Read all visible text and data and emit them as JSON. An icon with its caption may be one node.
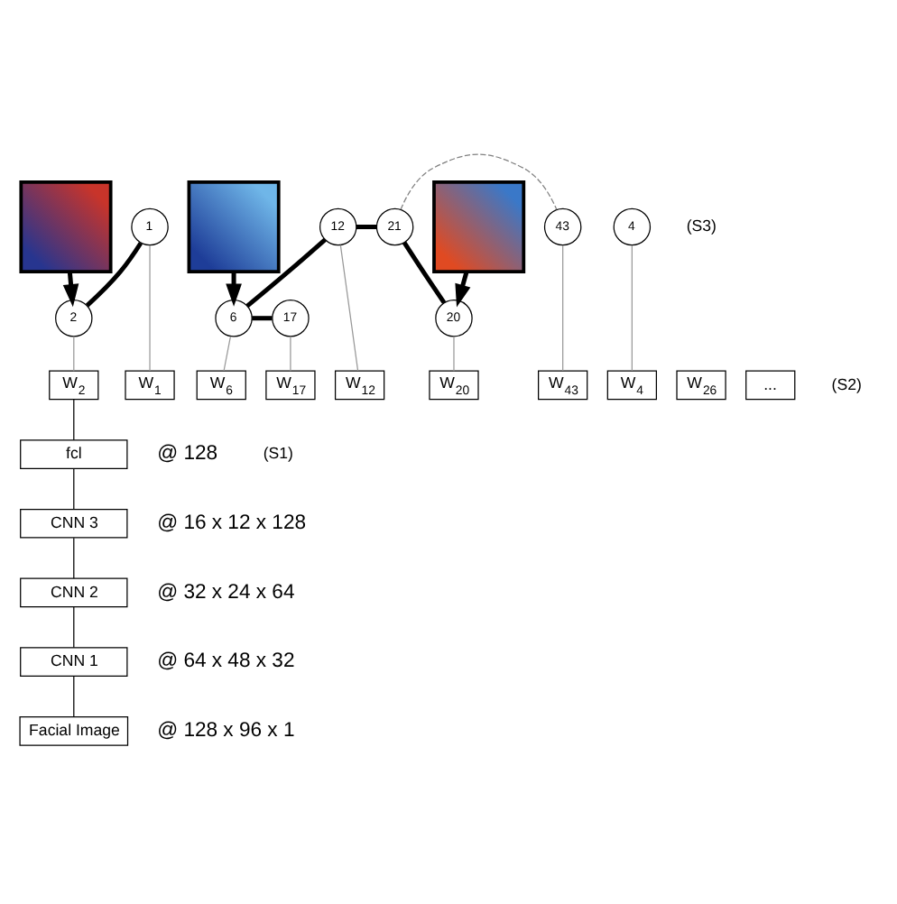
{
  "diagram": {
    "nodes": [
      {
        "text": [],
        "shape": "picture"
      },
      {
        "text": [],
        "shape": "picture"
      },
      {
        "text": [],
        "shape": "picture"
      },
      {
        "text": [
          "1"
        ]
      },
      {
        "text": [
          "4"
        ]
      },
      {
        "text": [
          "12"
        ]
      },
      {
        "text": [
          "21"
        ]
      },
      {
        "text": [
          "43"
        ]
      },
      {
        "text": [
          "2"
        ]
      },
      {
        "text": [
          "6"
        ]
      },
      {
        "text": [
          "17"
        ]
      },
      {
        "text": [
          "20"
        ]
      },
      {
        "text": [
          "W$_{1}$"
        ]
      },
      {
        "text": [
          "W$_{2}$"
        ]
      },
      {
        "text": [
          "W$_{4}$"
        ]
      },
      {
        "text": [
          "W$_{6}$"
        ]
      },
      {
        "text": [
          "W$_{12}$"
        ]
      },
      {
        "text": [
          "W$_{17}$"
        ]
      },
      {
        "text": [
          "W$_{20}$"
        ]
      },
      {
        "text": [
          "W$_{26}$"
        ]
      },
      {
        "text": [
          "..."
        ]
      },
      {
        "text": [
          "W$_{43}$"
        ]
      },
      {
        "text": [
          "fcl"
        ],
        "beside": [
          "@ 128"
        ]
      },
      {
        "text": [
          "CNN 3"
        ],
        "beside": [
          "@ 16 x 12 x 128"
        ]
      },
      {
        "text": [
          "CNN 2"
        ],
        "beside": [
          "@ 32 x 24 x 64"
        ]
      },
      {
        "text": [
          "CNN 1"
        ],
        "beside": [
          "@ 64 x 48 x 32"
        ]
      },
      {
        "text": [
          "Facial Image"
        ],
        "beside": [
          "@ 128 x 96 x 1"
        ]
      }
    ],
    "edges": [
      {
        "from": 0,
        "to": 8,
        "arrow": "to",
        "style": "thick"
      },
      {
        "from": 1,
        "to": 9,
        "arrow": "to",
        "style": "thick"
      },
      {
        "from": 2,
        "to": 11,
        "arrow": "to",
        "style": "thick"
      },
      {
        "from": 3,
        "to": 8,
        "arrow": "none",
        "style": "thick"
      },
      {
        "from": 5,
        "to": 9,
        "arrow": "none",
        "style": "thick"
      },
      {
        "from": 9,
        "to": 10,
        "arrow": "none",
        "style": "thick"
      },
      {
        "from": 5,
        "to": 6,
        "arrow": "none",
        "style": "thick"
      },
      {
        "from": 6,
        "to": 11,
        "arrow": "none",
        "style": "thick"
      },
      {
        "from": 6,
        "to": 7,
        "arrow": "none",
        "style": "dashed",
        "color": "#808080"
      },
      {
        "from": 3,
        "to": 12,
        "arrow": "none",
        "color": "#999999"
      },
      {
        "from": 8,
        "to": 13,
        "arrow": "none",
        "color": "#999999"
      },
      {
        "from": 4,
        "to": 14,
        "arrow": "none",
        "color": "#999999"
      },
      {
        "from": 9,
        "to": 15,
        "arrow": "none",
        "color": "#999999"
      },
      {
        "from": 5,
        "to": 16,
        "arrow": "none",
        "color": "#999999"
      },
      {
        "from": 10,
        "to": 17,
        "arrow": "none",
        "color": "#999999"
      },
      {
        "from": 11,
        "to": 18,
        "arrow": "none",
        "color": "#999999"
      },
      {
        "from": 7,
        "to": 21,
        "arrow": "none",
        "color": "#999999"
      },
      {
        "from": 13,
        "to": 22,
        "arrow": "none"
      },
      {
        "from": 22,
        "to": 23,
        "arrow": "none"
      },
      {
        "from": 23,
        "to": 24,
        "arrow": "none"
      },
      {
        "from": 24,
        "to": 25,
        "arrow": "none"
      },
      {
        "from": 25,
        "to": 26,
        "arrow": "none"
      }
    ],
    "labels": [
      "(S3)",
      "(S2)",
      "(S1)"
    ]
  }
}
